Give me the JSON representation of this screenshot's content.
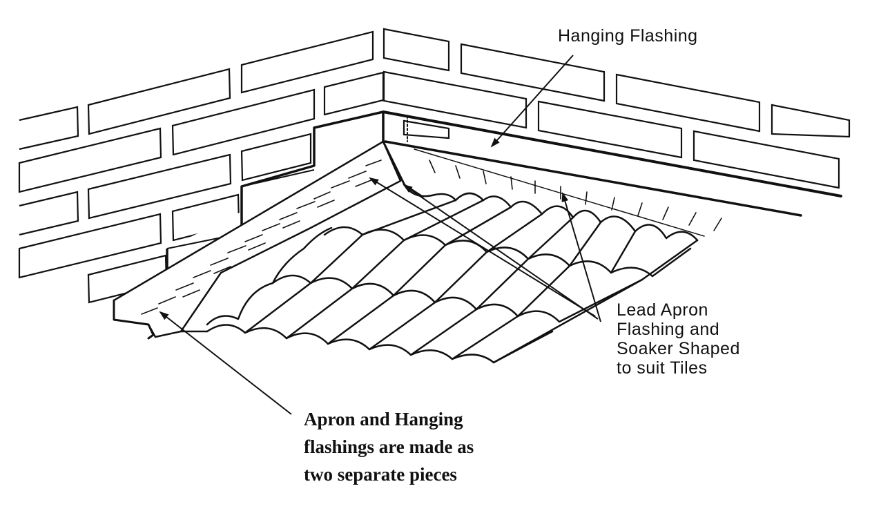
{
  "labels": {
    "hanging_flashing": "Hanging Flashing",
    "lead_apron": [
      "Lead Apron",
      "Flashing and",
      "Soaker Shaped",
      "to suit Tiles"
    ],
    "note": [
      "Apron and Hanging",
      "flashings are made as",
      "two separate pieces"
    ]
  },
  "colors": {
    "ink": "#111111",
    "paper": "#ffffff"
  }
}
